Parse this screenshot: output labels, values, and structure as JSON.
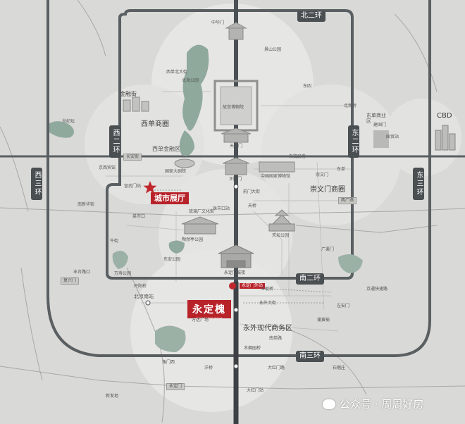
{
  "rings": {
    "north2": "北二环",
    "south2": "南二环",
    "south3": "南三环",
    "west2": "西二环",
    "west3": "西三环",
    "east2": "东二环",
    "east3": "东三环"
  },
  "zones": {
    "xidan": "西单商圈",
    "xidan_sub": "西单金融区",
    "chongwenmen": "崇文门商圈",
    "dongwai": "永外现代商务区",
    "cbd": "CBD",
    "dongdan": "东单商业区"
  },
  "landmarks": {
    "jinrongjie": "金融街",
    "tiananmen": "天安门",
    "tiananmen_sq": "天安门",
    "guojia_daju": "国家大剧院",
    "guojia_museum": "中国国家博物馆",
    "qianmen": "正阳门",
    "tiantan": "天坛公园",
    "taoranting": "陶然亭公园",
    "dongxian": "东安公园",
    "dashilan": "前门大街",
    "zhuzi": "珠市口站",
    "xuanwumen": "宣武门站",
    "nanxinhua": "南新华街",
    "beijing_south": "北京南站",
    "dahongmen": "大红门站",
    "muxiyuan": "木樨园桥"
  },
  "project": {
    "logo_title": "永定槐",
    "logo_sub": "YONGDING HUAI",
    "showroom": "城市展厅",
    "subway": "永定门外站",
    "fenglin": "万达广场"
  },
  "roads": {
    "changan": "长安街",
    "liangma": "两广路",
    "fuxing": "复兴门",
    "yongdingmen": "永定门"
  },
  "small_labels": {
    "xidan_n": "西单北大街",
    "zhonghua": "中华门",
    "xianyang": "永定门城楼",
    "tianqiao": "天桥",
    "dongdan": "东单",
    "chongwen": "崇文门",
    "jianguo": "建国门",
    "guangqu": "广渠门",
    "caishikou": "菜市口",
    "niujie": "牛街",
    "jingxi": "京西宾馆",
    "kaiyang": "开阳桥",
    "yongwai": "永外大街",
    "jingtong": "京通快速路",
    "guomao": "国贸站",
    "shijie": "世纪坛",
    "dongsi": "东四",
    "beihai": "北海公园",
    "jingshan": "景山公园",
    "gugong": "故宫博物院",
    "beixinqiao": "北新桥",
    "yangqiao": "洋桥",
    "jiaomen": "角门西",
    "fengtai": "丰台路口",
    "dahongmen_lu": "大红门路",
    "liulichang": "琉璃厂文化街",
    "wanshou": "万寿公园",
    "yuzhu": "玉蜓桥",
    "zuoan": "左安门",
    "shiliuzhuang": "石榴庄",
    "puhuang": "蒲黄榆",
    "hebei": "南苑路",
    "xinfadi": "新发地",
    "dongjiaomin": "东交民巷"
  },
  "watermark": {
    "prefix": "公众号",
    "dot": "·",
    "name": "周周好房"
  },
  "colors": {
    "background": "#d9d9d7",
    "ring_road": "#555a5d",
    "axis": "#3d4145",
    "accent_red": "#b8232a",
    "water": "#8fa99c",
    "halo": "#e7e7e5"
  }
}
